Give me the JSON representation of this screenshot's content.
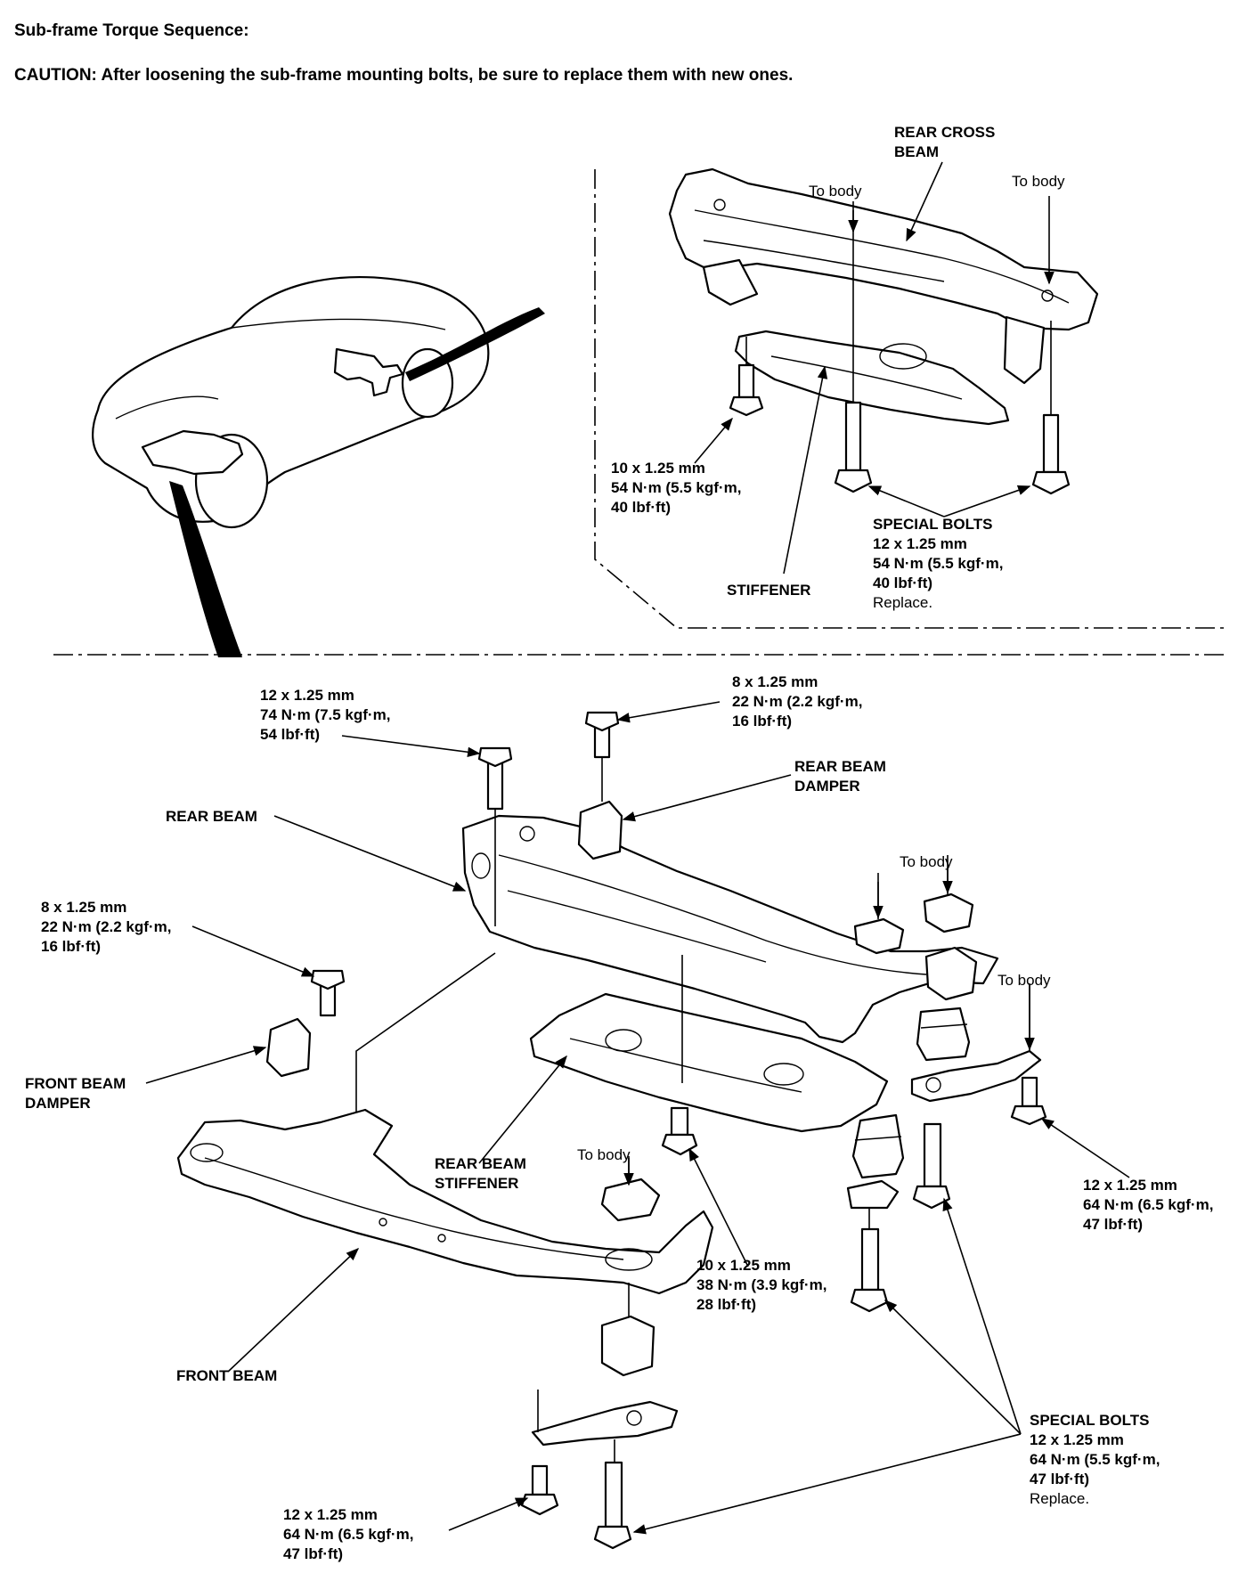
{
  "header": {
    "title": "Sub-frame Torque Sequence:",
    "caution": "CAUTION:  After loosening the sub-frame mounting bolts, be sure to replace them with new ones."
  },
  "top_panel": {
    "rear_cross_beam": [
      "REAR CROSS",
      "BEAM"
    ],
    "to_body_1": "To body",
    "to_body_2": "To body",
    "bolt_10mm": [
      "10 x 1.25 mm",
      "54 N·m (5.5 kgf·m,",
      "40 lbf·ft)"
    ],
    "stiffener": "STIFFENER",
    "special_bolts": [
      "SPECIAL BOLTS",
      "12 x 1.25 mm",
      "54 N·m (5.5 kgf·m,",
      "40 lbf·ft)"
    ],
    "special_bolts_note": "Replace."
  },
  "bottom_panel": {
    "bolt_12_74": [
      "12 x 1.25 mm",
      "74 N·m (7.5 kgf·m,",
      "54 lbf·ft)"
    ],
    "bolt_8_top": [
      "8 x 1.25 mm",
      "22 N·m (2.2 kgf·m,",
      "16 lbf·ft)"
    ],
    "rear_beam_damper": [
      "REAR BEAM",
      "DAMPER"
    ],
    "rear_beam": "REAR BEAM",
    "to_body_a": "To body",
    "to_body_b": "To body",
    "to_body_c": "To body",
    "bolt_8_left": [
      "8 x 1.25 mm",
      "22 N·m (2.2 kgf·m,",
      "16 lbf·ft)"
    ],
    "front_beam_damper": [
      "FRONT BEAM",
      "DAMPER"
    ],
    "rear_beam_stiffener": [
      "REAR BEAM",
      "STIFFENER"
    ],
    "bolt_10_38": [
      "10 x 1.25 mm",
      "38 N·m (3.9 kgf·m,",
      "28 lbf·ft)"
    ],
    "bolt_12_64_right": [
      "12 x 1.25 mm",
      "64 N·m (6.5 kgf·m,",
      "47 lbf·ft)"
    ],
    "front_beam": "FRONT BEAM",
    "special_bolts": [
      "SPECIAL BOLTS",
      "12 x 1.25 mm",
      "64 N·m (5.5 kgf·m,",
      "47 lbf·ft)"
    ],
    "special_bolts_note": "Replace.",
    "bolt_12_64_bottom": [
      "12 x 1.25 mm",
      "64 N·m (6.5 kgf·m,",
      "47 lbf·ft)"
    ]
  }
}
